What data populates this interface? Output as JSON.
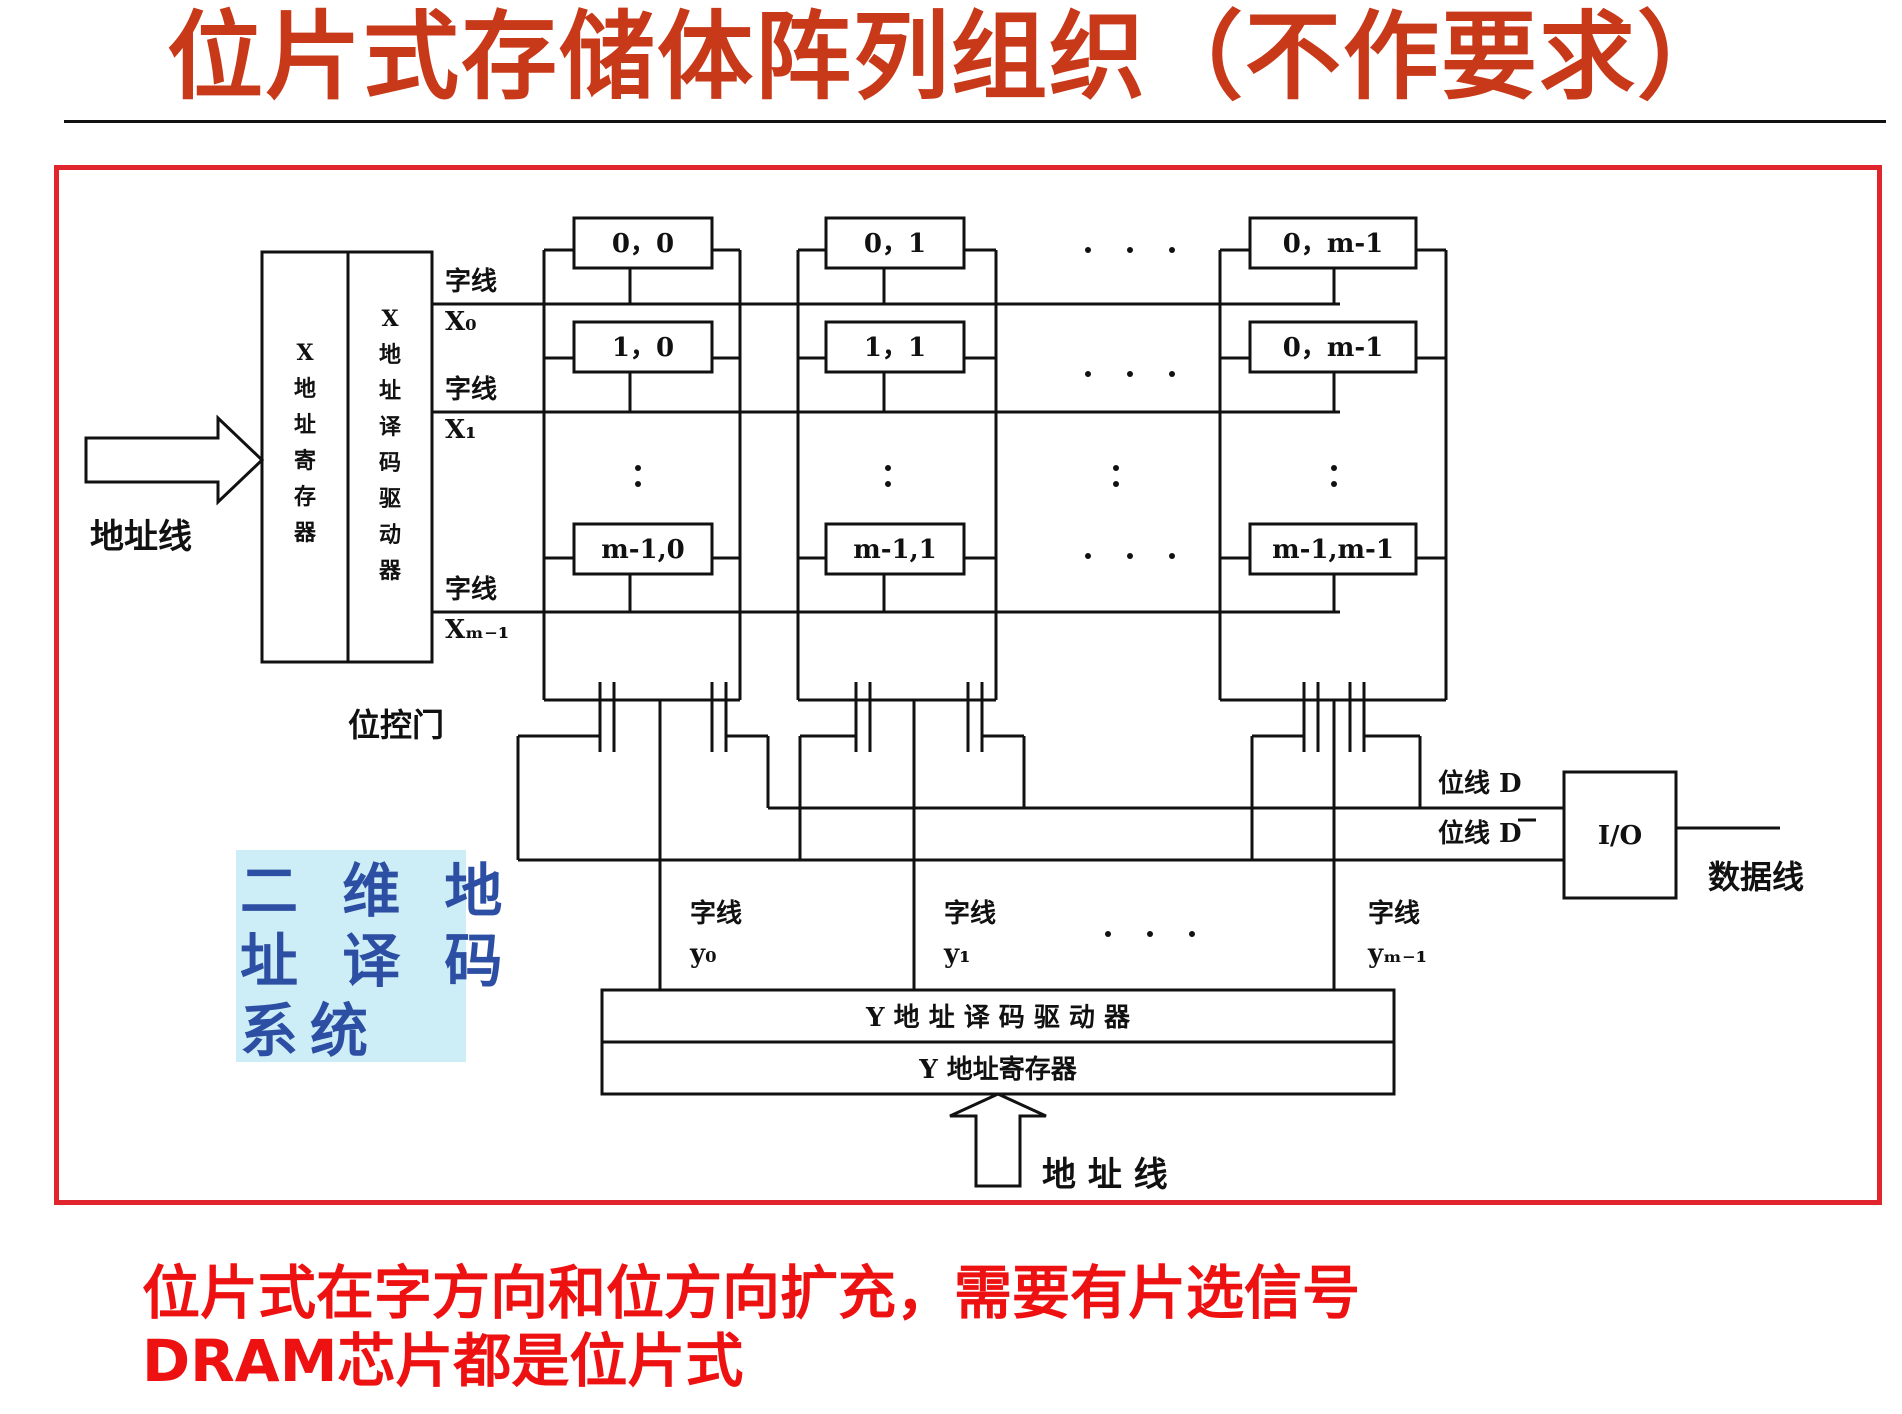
{
  "title": "位片式存储体阵列组织（不作要求）",
  "diagram": {
    "x_reg": [
      "X",
      "地",
      "址",
      "寄",
      "存",
      "器"
    ],
    "x_dec": [
      "X",
      "地",
      "址",
      "译",
      "码",
      "驱",
      "动",
      "器"
    ],
    "addr_left": "地址线",
    "word_line": "字线",
    "x0": "X₀",
    "x1": "X₁",
    "xm": "Xₘ₋₁",
    "cells": [
      [
        "0，0",
        "0，1",
        "0，m-1"
      ],
      [
        "1，0",
        "1，1",
        "0，m-1"
      ],
      [
        "m-1,0",
        "m-1,1",
        "m-1,m-1"
      ]
    ],
    "bit_gate": "位控门",
    "bit_line_d": "位线 D",
    "bit_line_dbar": "位线 D",
    "io": "I/O",
    "data_line": "数据线",
    "y_labels": [
      "y₀",
      "y₁",
      "yₘ₋₁"
    ],
    "y_dec": "Y  地 址 译 码 驱 动 器",
    "y_reg": "Y  地址寄存器",
    "addr_bottom": "地 址 线",
    "badge": [
      "二 维 地",
      "址 译 码",
      "系统"
    ]
  },
  "notes": [
    "位片式在字方向和位方向扩充，需要有片选信号",
    "DRAM芯片都是位片式"
  ]
}
